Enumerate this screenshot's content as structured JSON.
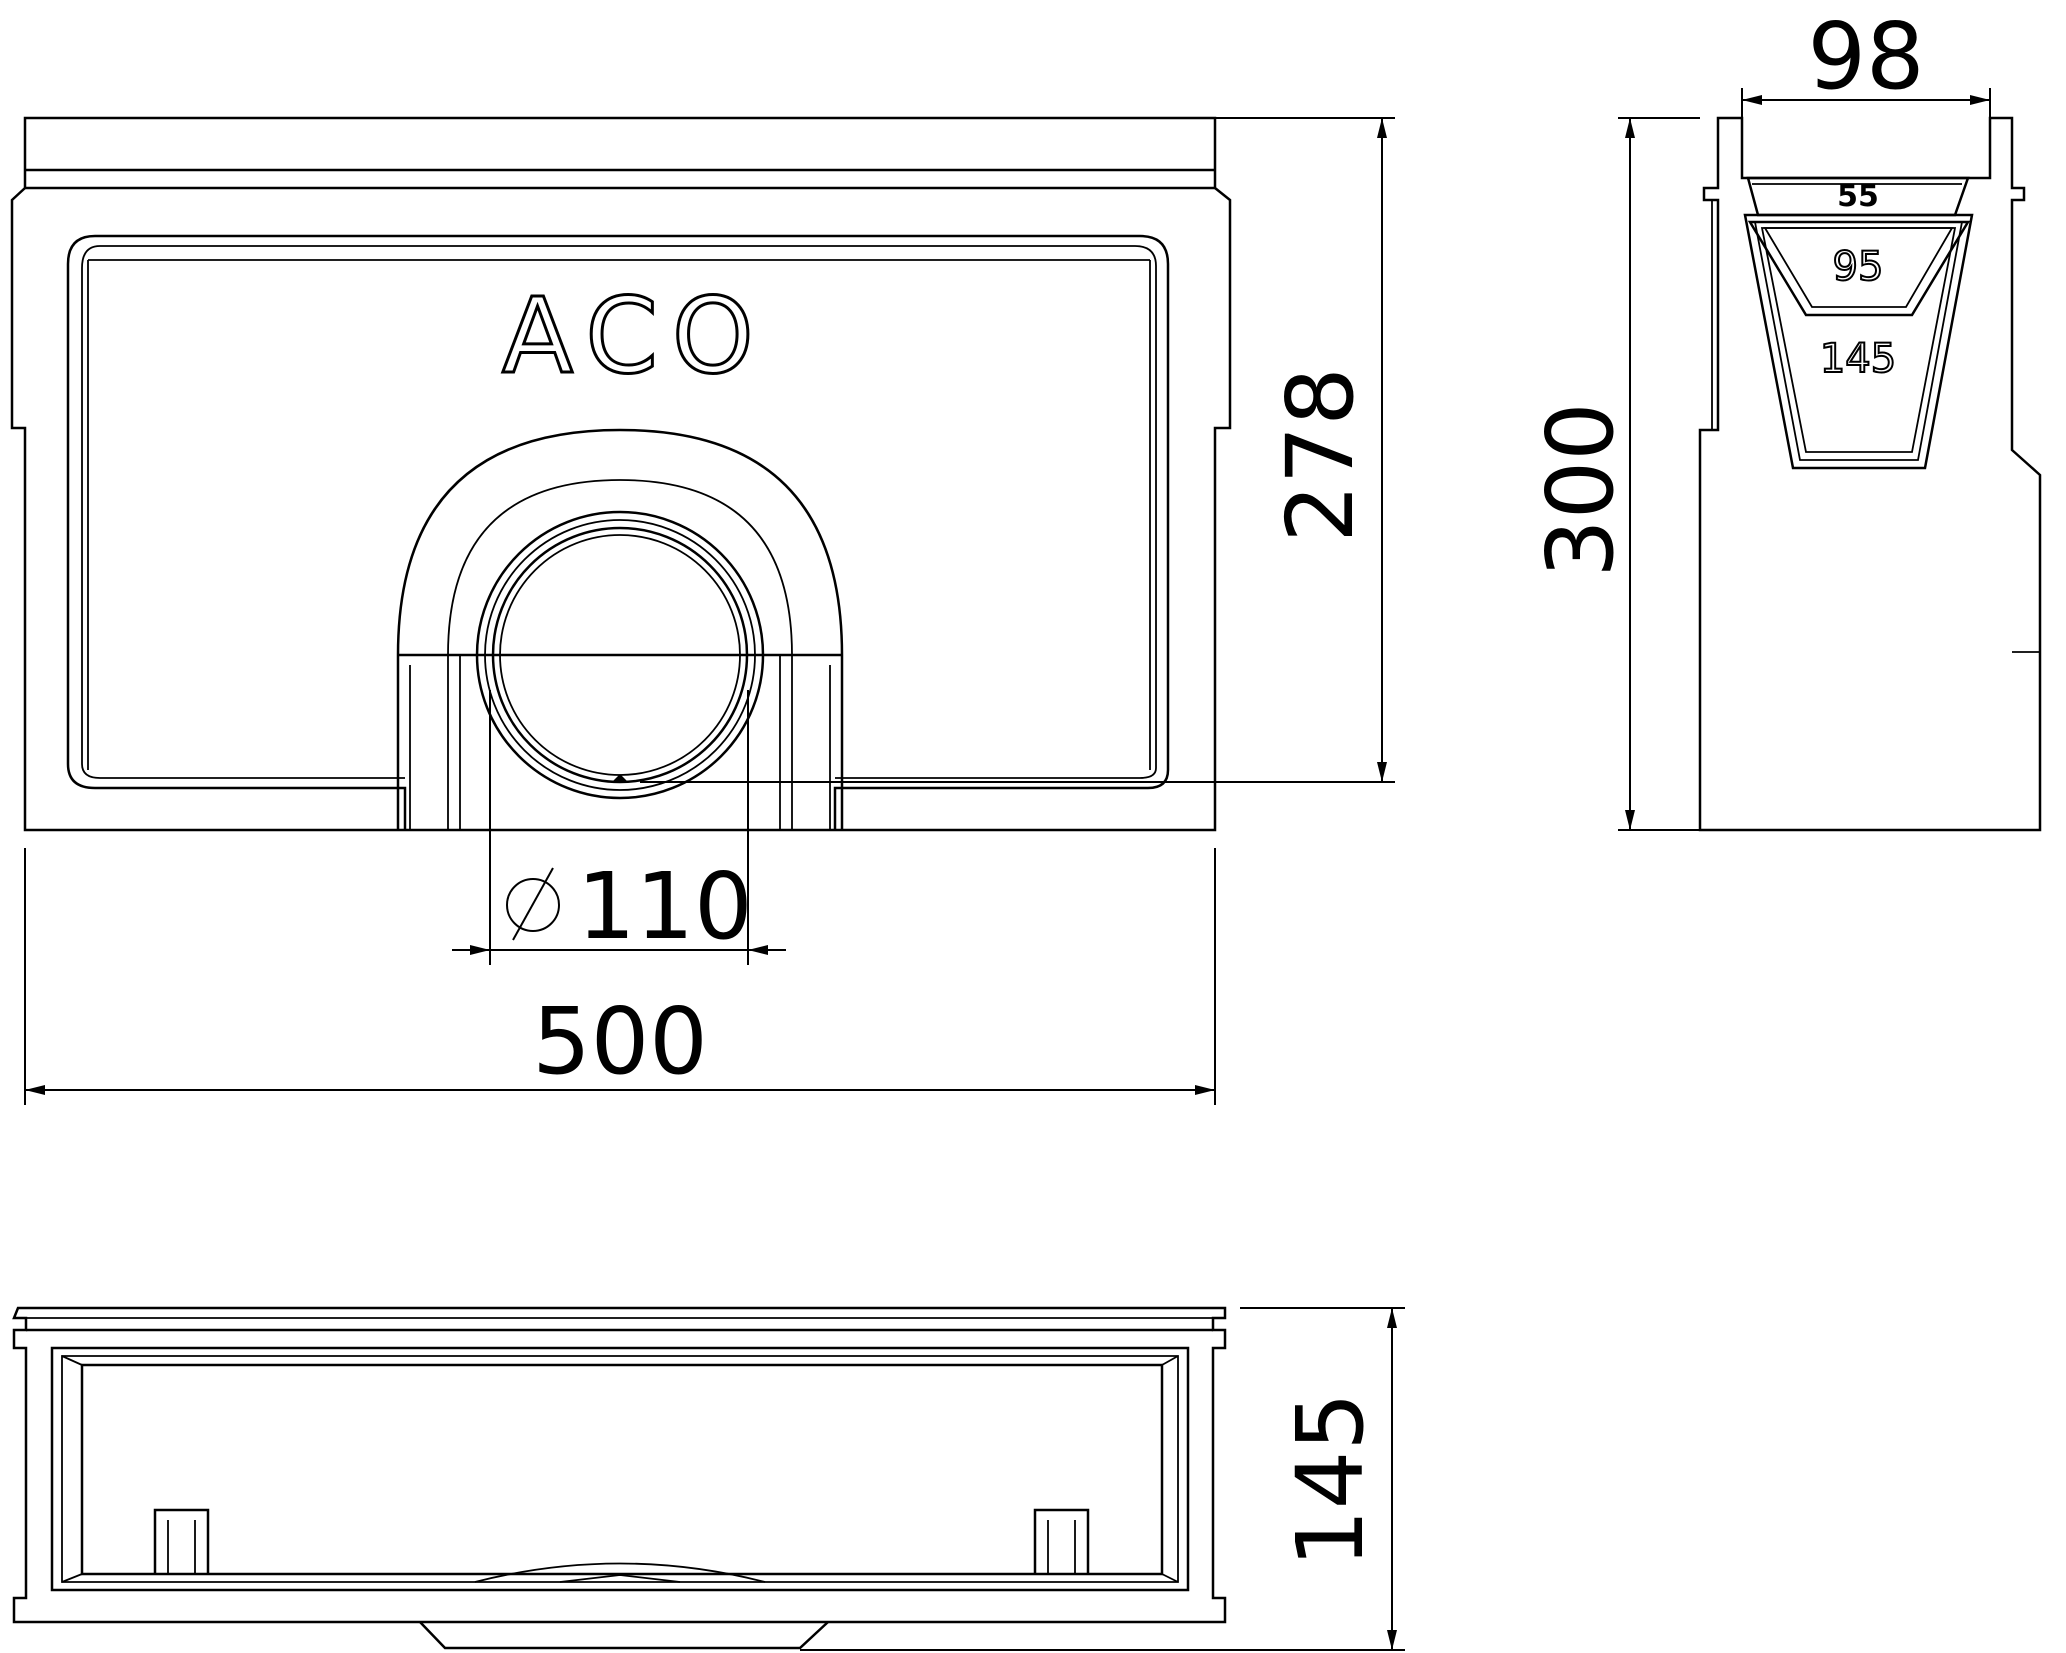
{
  "front_view": {
    "logo": "ACO",
    "width_label": "500",
    "height_label": "278",
    "outlet_label": "110",
    "outlet_diameter_symbol": "diameter-symbol"
  },
  "side_view": {
    "width_label": "98",
    "height_label": "300",
    "profile_labels": [
      "55",
      "95",
      "145"
    ]
  },
  "top_view": {
    "depth_label": "145"
  }
}
